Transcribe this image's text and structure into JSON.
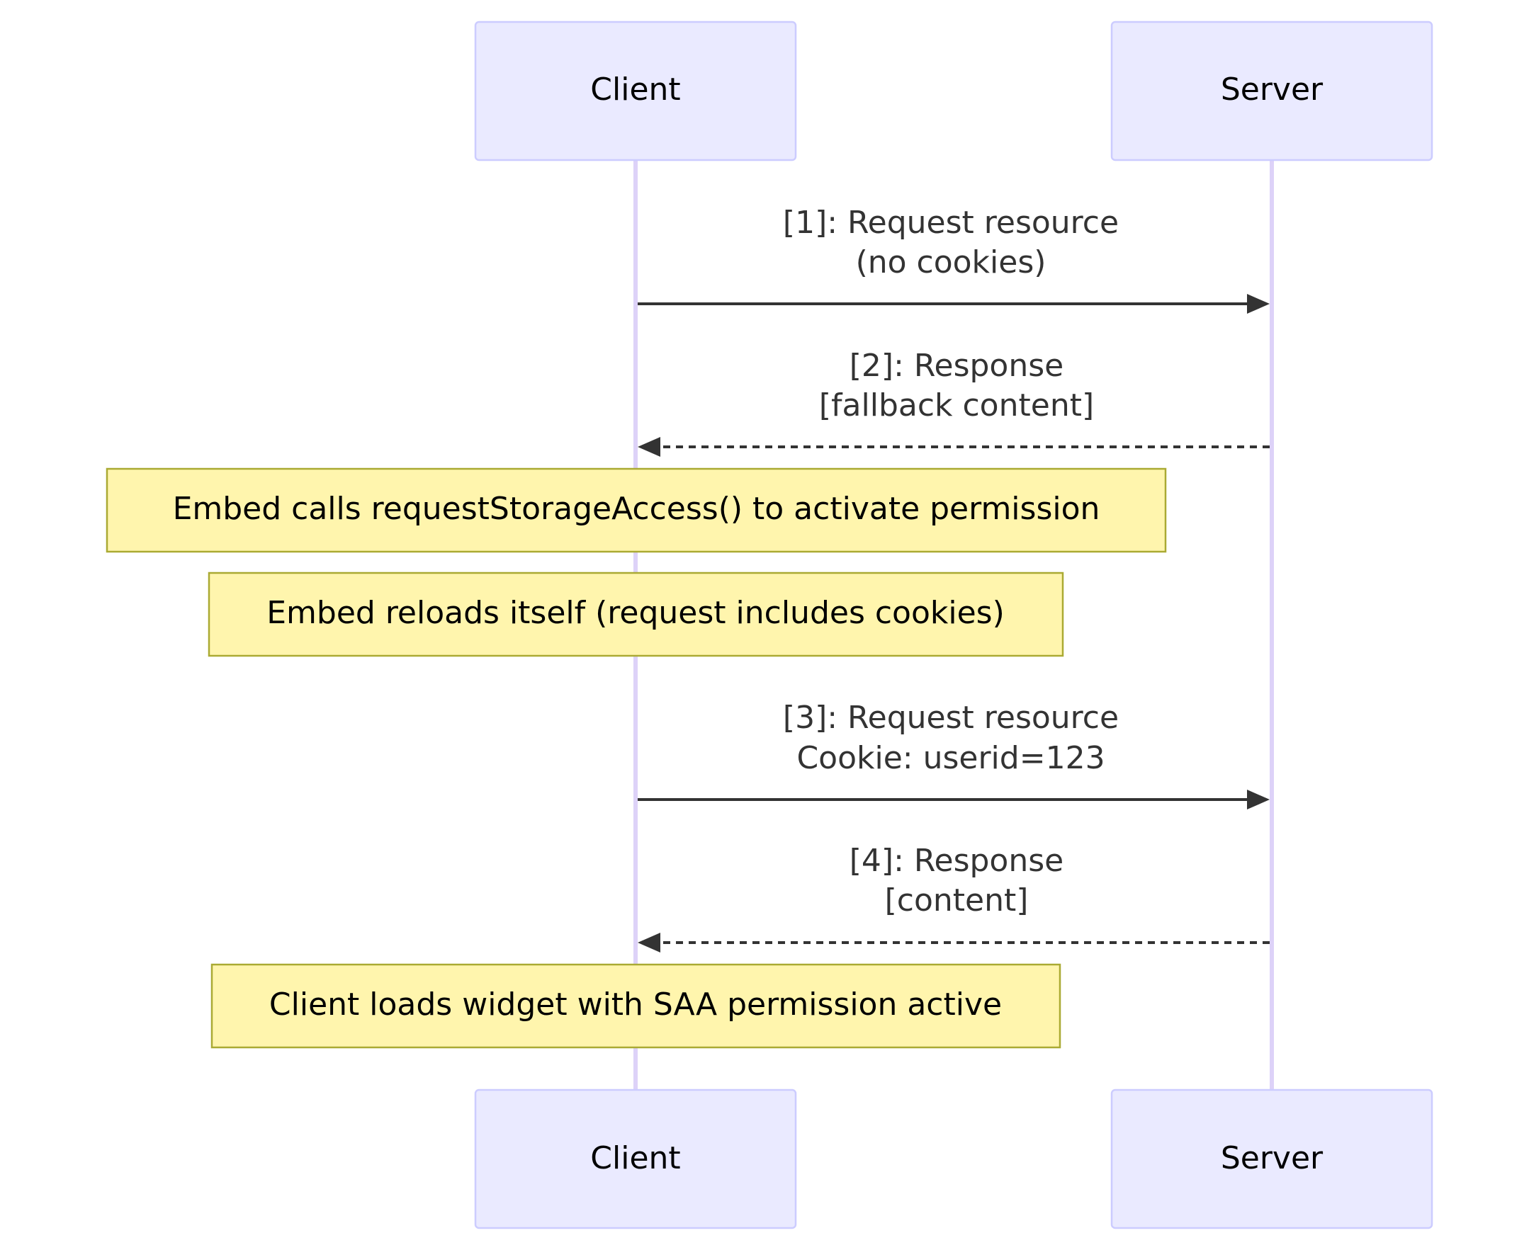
{
  "participants": {
    "client": "Client",
    "server": "Server"
  },
  "messages": [
    {
      "from": "client",
      "to": "server",
      "style": "solid",
      "line1": "[1]: Request resource",
      "line2": "(no cookies)"
    },
    {
      "from": "server",
      "to": "client",
      "style": "dashed",
      "line1": "[2]: Response",
      "line2": "[fallback content]"
    },
    {
      "from": "client",
      "to": "server",
      "style": "solid",
      "line1": "[3]: Request resource",
      "line2": "Cookie: userid=123"
    },
    {
      "from": "server",
      "to": "client",
      "style": "dashed",
      "line1": "[4]: Response",
      "line2": "[content]"
    }
  ],
  "notes": [
    "Embed calls requestStorageAccess() to activate permission",
    "Embed reloads itself (request includes cookies)",
    "Client loads widget with SAA permission active"
  ],
  "colors": {
    "actor_fill": "#eaeaff",
    "actor_border": "#ccccff",
    "lifeline": "#ddd2f8",
    "note_fill": "#fff5ad",
    "note_border": "#aaaa33",
    "message_line": "#333333"
  }
}
